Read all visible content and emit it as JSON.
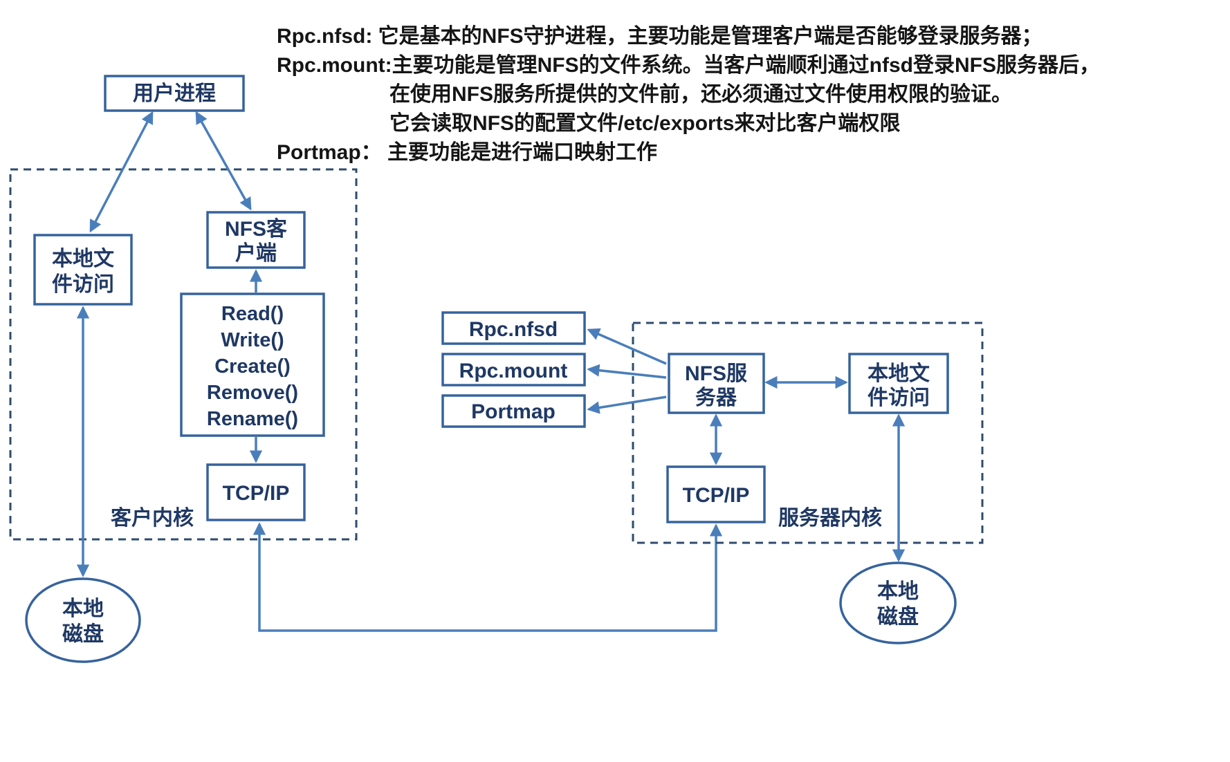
{
  "colors": {
    "box_border": "#36639C",
    "box_text": "#1F3864",
    "arrow": "#4A7EBB",
    "kernel_dashed_border": "#2E4B6E",
    "annotation_text": "#151515",
    "background": "#FFFFFF"
  },
  "annotations": {
    "line1": "Rpc.nfsd:  它是基本的NFS守护进程，主要功能是管理客户端是否能够登录服务器；",
    "line2": "Rpc.mount:主要功能是管理NFS的文件系统。当客户端顺利通过nfsd登录NFS服务器后，",
    "line3": "在使用NFS服务所提供的文件前，还必须通过文件使用权限的验证。",
    "line4": "它会读取NFS的配置文件/etc/exports来对比客户端权限",
    "line5": "Portmap： 主要功能是进行端口映射工作"
  },
  "client": {
    "user_process": "用户进程",
    "local_file_access_line1": "本地文",
    "local_file_access_line2": "件访问",
    "nfs_client_line1": "NFS客",
    "nfs_client_line2": "户端",
    "operations": [
      "Read()",
      "Write()",
      "Create()",
      "Remove()",
      "Rename()"
    ],
    "tcp_ip": "TCP/IP",
    "kernel_label": "客户内核",
    "disk_line1": "本地",
    "disk_line2": "磁盘"
  },
  "server": {
    "rpc_nfsd": "Rpc.nfsd",
    "rpc_mount": "Rpc.mount",
    "portmap": "Portmap",
    "nfs_server_line1": "NFS服",
    "nfs_server_line2": "务器",
    "local_file_access_line1": "本地文",
    "local_file_access_line2": "件访问",
    "tcp_ip": "TCP/IP",
    "kernel_label": "服务器内核",
    "disk_line1": "本地",
    "disk_line2": "磁盘"
  }
}
